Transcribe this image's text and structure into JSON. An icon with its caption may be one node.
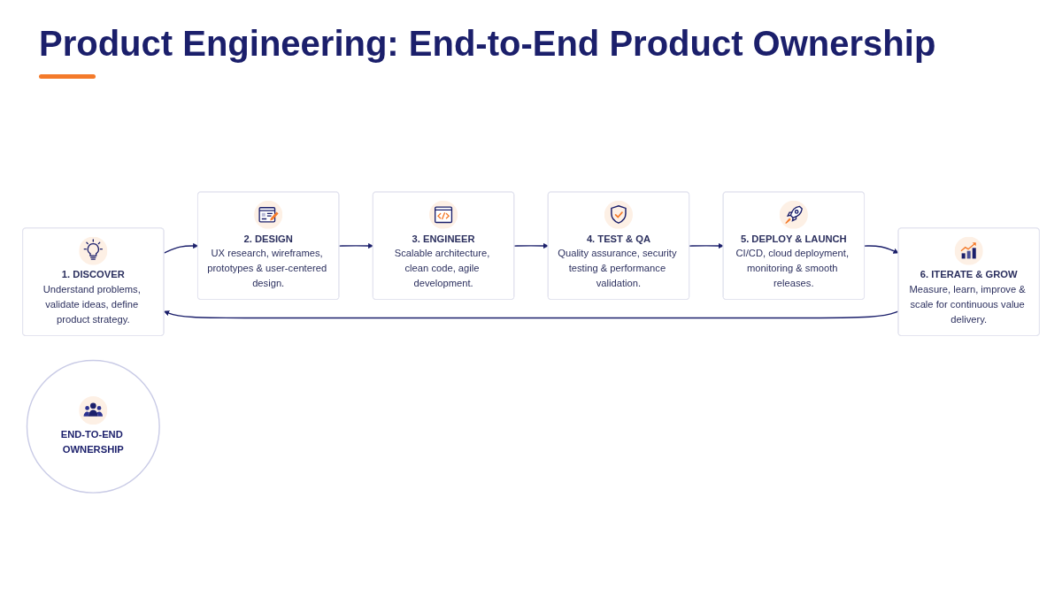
{
  "diagram": {
    "title": "Product Engineering: End-to-End Product Ownership",
    "nodes": [
      {
        "text": [
          "1. DISCOVER",
          "Understand problems, validate ideas, define product strategy."
        ]
      },
      {
        "text": [
          "2. DESIGN",
          "UX research, wireframes, prototypes & user-centered design."
        ]
      },
      {
        "text": [
          "3. ENGINEER",
          "Scalable architecture, clean code, agile development."
        ]
      },
      {
        "text": [
          "4. TEST & QA",
          "Quality assurance, security testing & performance validation."
        ]
      },
      {
        "text": [
          "5. DEPLOY & LAUNCH",
          "CI/CD, cloud deployment, monitoring & smooth releases."
        ]
      },
      {
        "text": [
          "6. ITERATE & GROW",
          "Measure, learn, improve & scale for continuous value delivery."
        ]
      },
      {
        "text": [
          "END-TO-END OWNERSHIP"
        ]
      }
    ],
    "edges": [
      {
        "from": 0,
        "to": 1,
        "arrow": "to"
      },
      {
        "from": 1,
        "to": 2,
        "arrow": "to"
      },
      {
        "from": 2,
        "to": 3,
        "arrow": "to"
      },
      {
        "from": 3,
        "to": 4,
        "arrow": "to"
      },
      {
        "from": 4,
        "to": 5,
        "arrow": "to"
      },
      {
        "from": 5,
        "to": 0,
        "arrow": "to"
      }
    ]
  }
}
